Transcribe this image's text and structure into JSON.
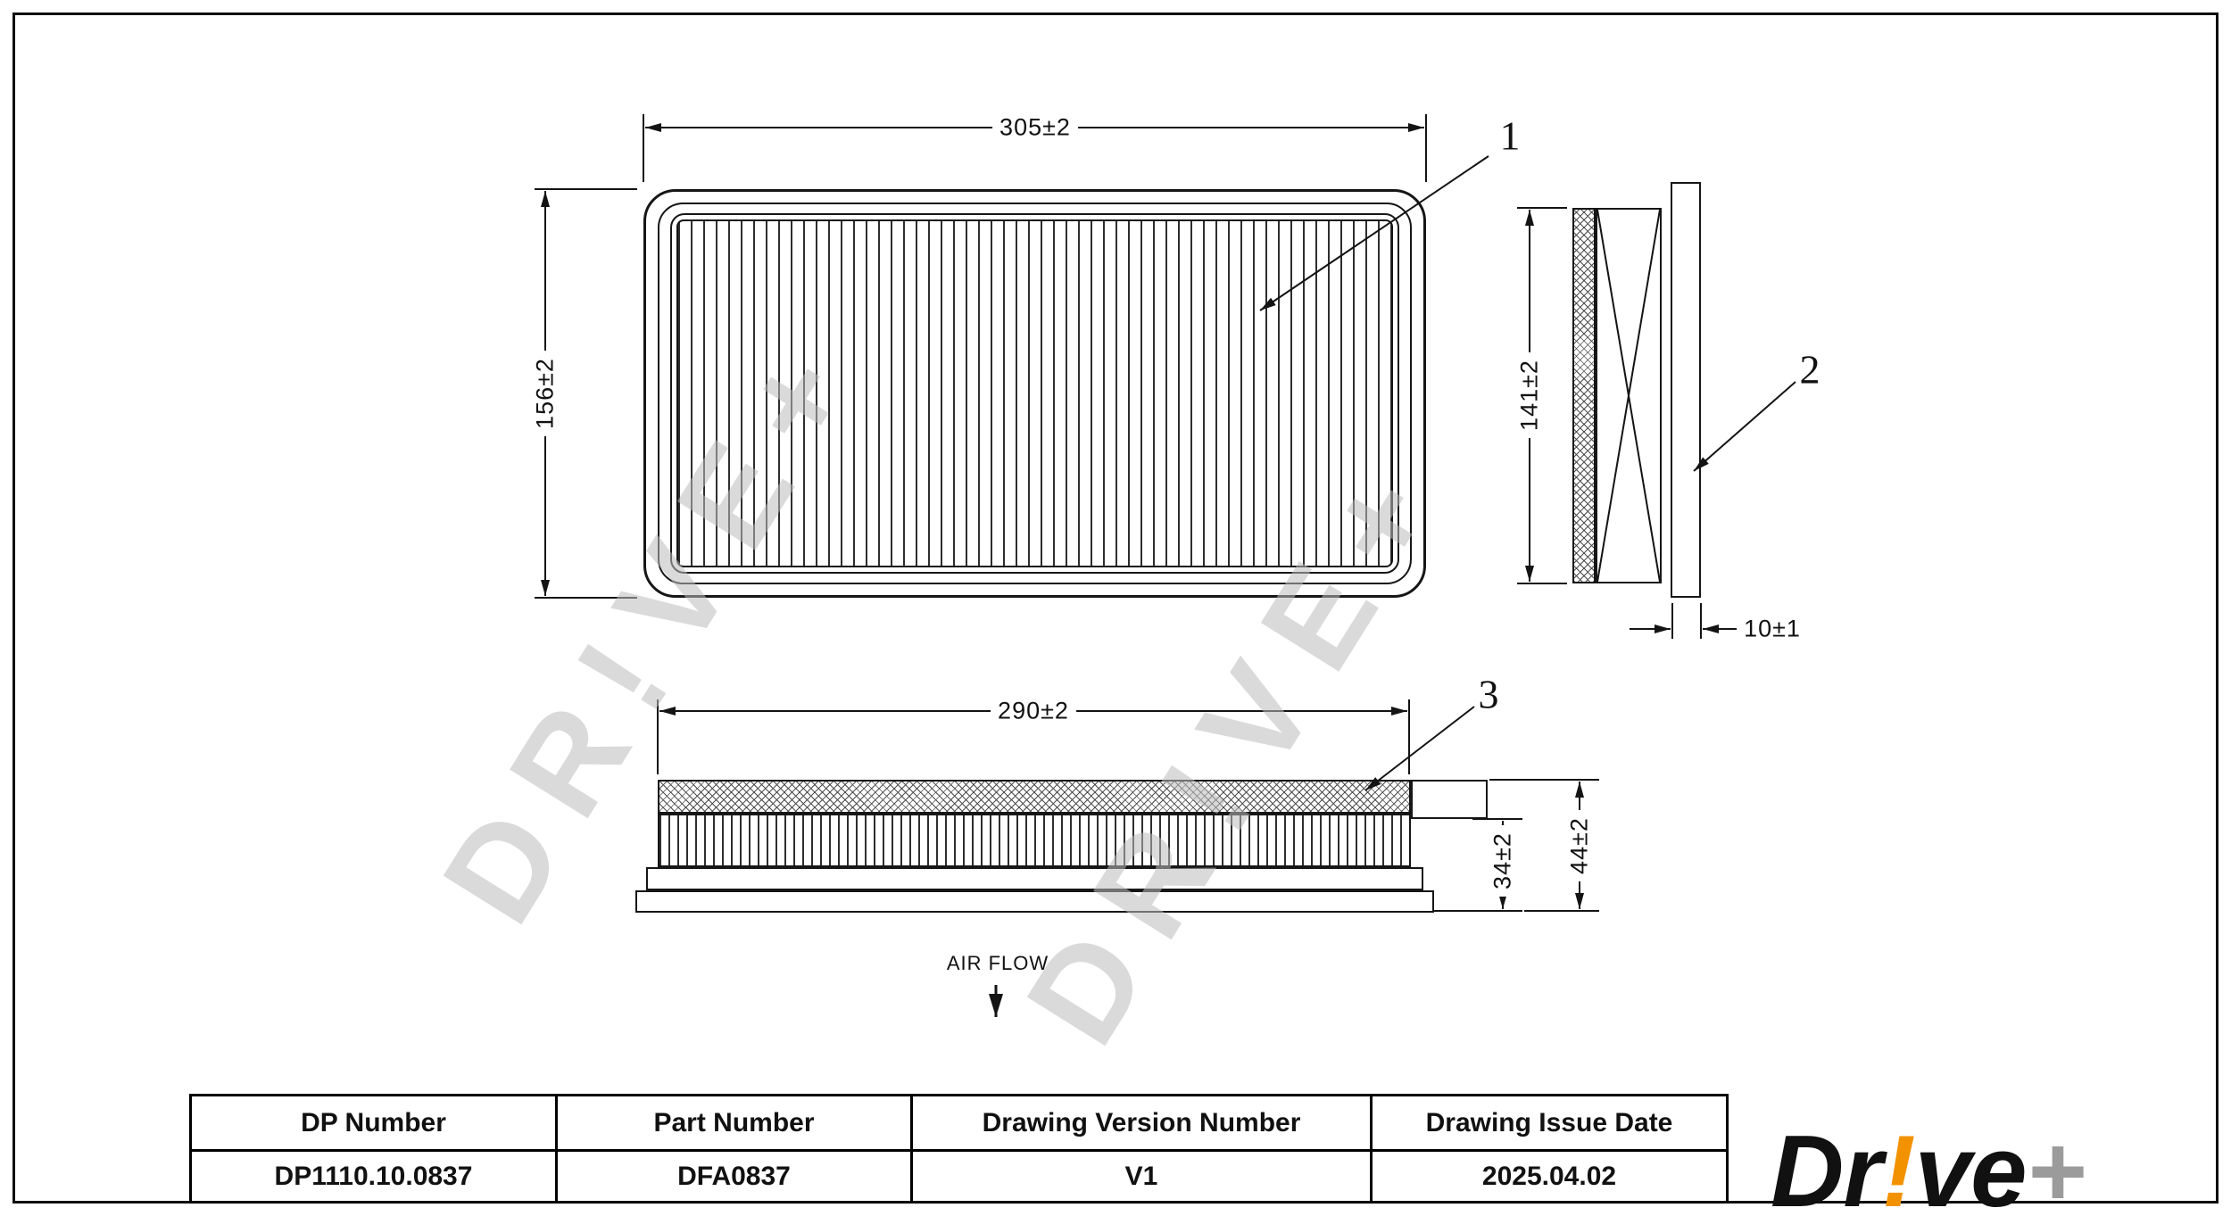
{
  "watermark": {
    "text": "DR!VE+"
  },
  "drawing": {
    "top_view": {
      "dim_width": "305±2",
      "dim_height": "156±2",
      "callout": "1"
    },
    "side_view": {
      "dim_height": "141±2",
      "dim_depth": "10±1",
      "callout": "2"
    },
    "front_view": {
      "dim_width": "290±2",
      "dim_body_height": "34±2",
      "dim_total_height": "44±2",
      "callout": "3"
    },
    "airflow_label": "AIR FLOW"
  },
  "title_block": {
    "columns": [
      {
        "header": "DP Number",
        "value": "DP1110.10.0837"
      },
      {
        "header": "Part Number",
        "value": "DFA0837"
      },
      {
        "header": "Drawing Version Number",
        "value": "V1"
      },
      {
        "header": "Drawing Issue Date",
        "value": "2025.04.02"
      }
    ]
  },
  "logo": {
    "part1": "Dr",
    "bang": "!",
    "part2": "ve",
    "plus": "+",
    "bang_color": "#F39200",
    "plus_color": "#9B9B9B"
  }
}
